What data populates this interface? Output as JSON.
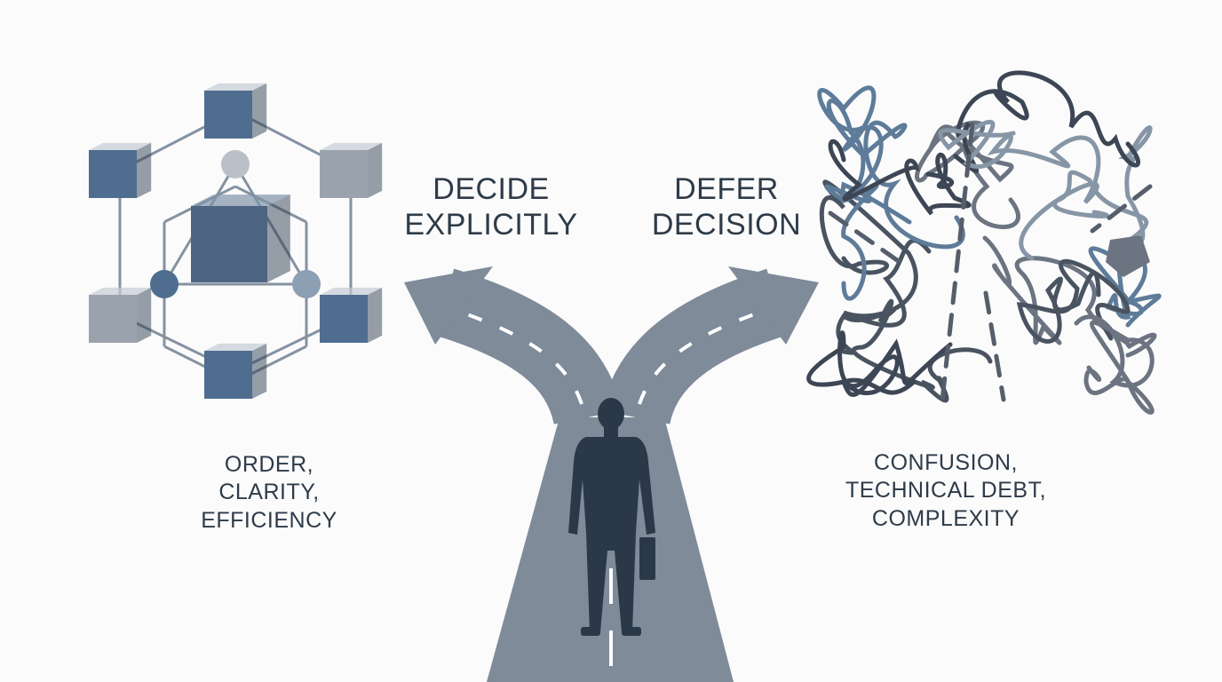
{
  "left_option": {
    "title_lines": [
      "DECIDE",
      "EXPLICITLY"
    ],
    "outcome_lines": [
      "ORDER,",
      "CLARITY,",
      "EFFICIENCY"
    ]
  },
  "right_option": {
    "title_lines": [
      "DEFER",
      "DECISION"
    ],
    "outcome_lines": [
      "CONFUSION,",
      "TECHNICAL DEBT,",
      "COMPLEXITY"
    ]
  },
  "colors": {
    "road": "#7f8b99",
    "text": "#2e3b48",
    "figure": "#2b3848",
    "cube_blue": "#4f6d8f",
    "cube_gray": "#9aa3ad",
    "tangle_dark": "#4a5360",
    "tangle_blue": "#5e7c99"
  }
}
